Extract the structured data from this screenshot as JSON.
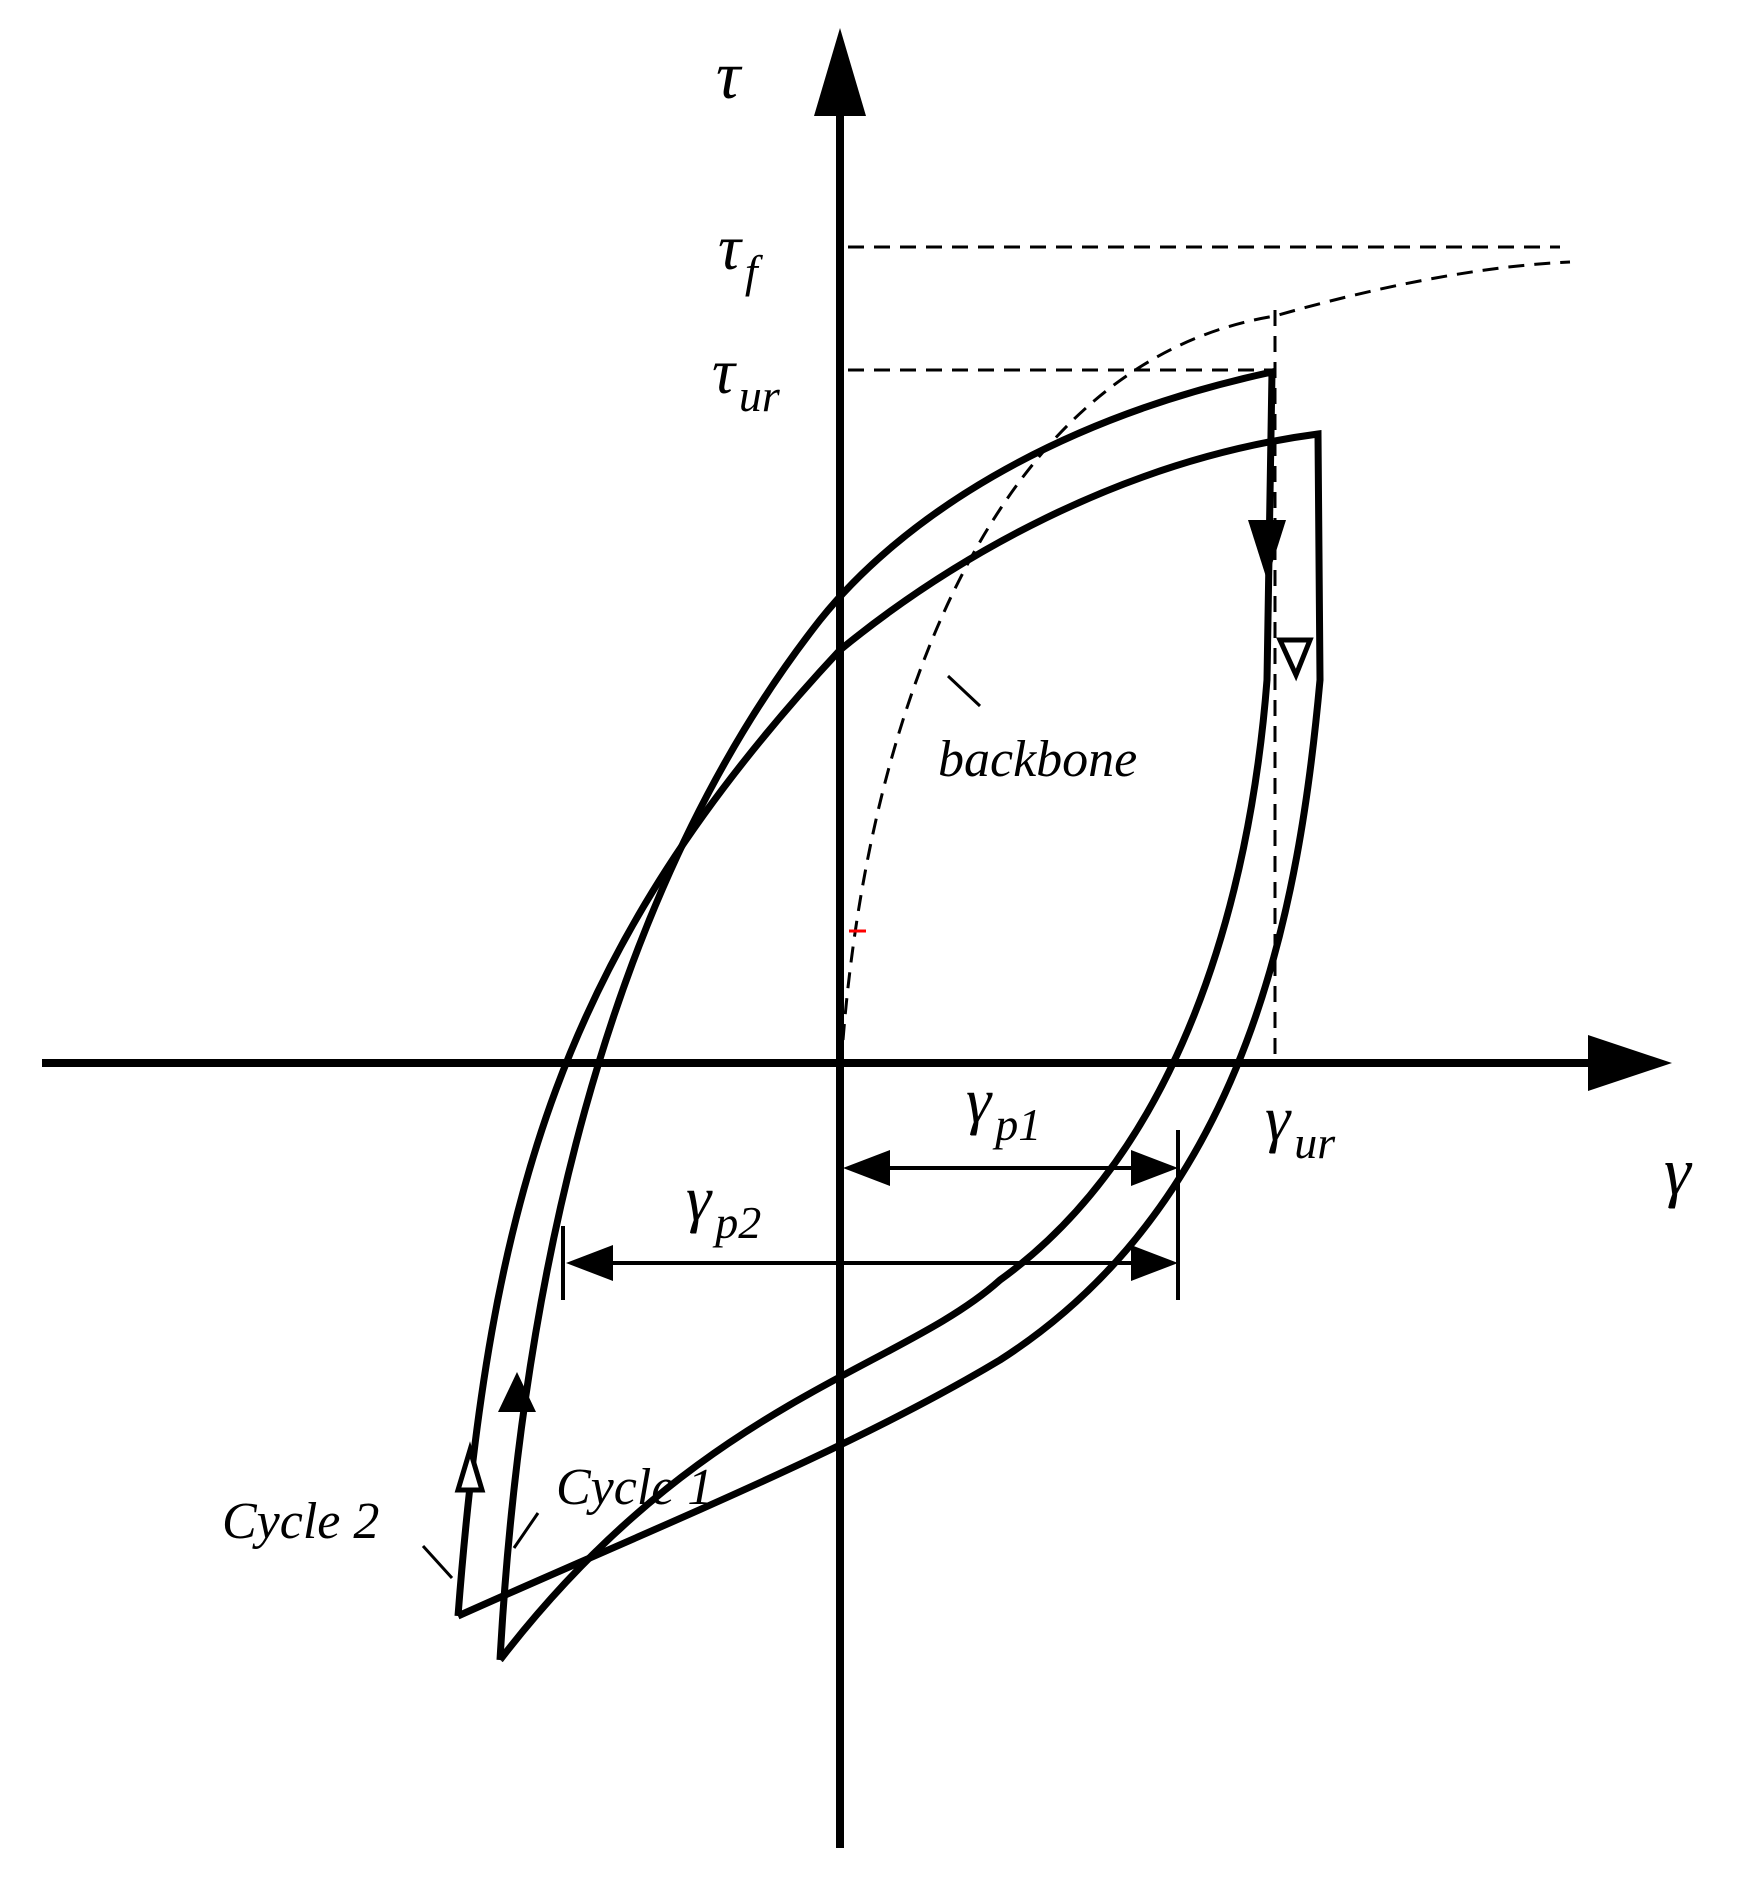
{
  "diagram": {
    "axes": {
      "y_label": "τ",
      "x_label": "γ"
    },
    "levels": {
      "tau_f": {
        "main": "τ",
        "sub": "f"
      },
      "tau_ur": {
        "main": "τ",
        "sub": "ur"
      },
      "gamma_ur": {
        "main": "γ",
        "sub": "ur"
      }
    },
    "plastic_strains": {
      "gamma_p1": {
        "main": "γ",
        "sub": "p1"
      },
      "gamma_p2": {
        "main": "γ",
        "sub": "p2"
      }
    },
    "curves": {
      "backbone": "backbone",
      "cycle_1": "Cycle 1",
      "cycle_2": "Cycle 2"
    },
    "colors": {
      "line": "#000000",
      "marker": "#ff0000"
    }
  }
}
